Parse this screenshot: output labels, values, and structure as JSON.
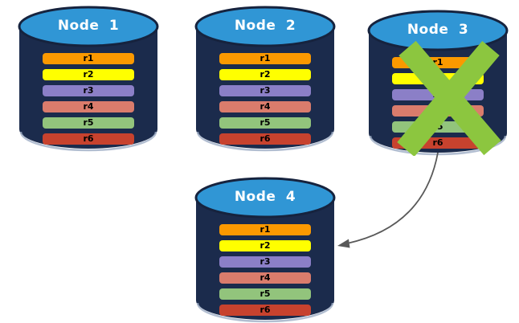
{
  "diagram": {
    "description": "Database replication failover diagram: four database nodes each holding replicas r1-r6; Node 3 is crossed out (failed) and an arrow points from Node 3 to the new Node 4.",
    "colors": {
      "background": "#FFFFFF",
      "cylinder_body": "#1B2B4C",
      "cylinder_top": "#3096D5",
      "cylinder_outline": "#16233E",
      "cylinder_bottom_highlight": "#9FAEC6",
      "failure_x": "#8CC63F",
      "arrow": "#595959",
      "node_title_text": "#FFFFFF",
      "bar_label_text": "#000000"
    }
  },
  "nodes": [
    {
      "id": "node-1",
      "label": "Node 1",
      "failed": false,
      "bars": [
        {
          "label": "r1",
          "color": "#FB9900"
        },
        {
          "label": "r2",
          "color": "#FFFF00"
        },
        {
          "label": "r3",
          "color": "#8B7FC7"
        },
        {
          "label": "r4",
          "color": "#DA7C6C"
        },
        {
          "label": "r5",
          "color": "#92C47C"
        },
        {
          "label": "r6",
          "color": "#C7422E"
        }
      ]
    },
    {
      "id": "node-2",
      "label": "Node 2",
      "failed": false,
      "bars": [
        {
          "label": "r1",
          "color": "#FB9900"
        },
        {
          "label": "r2",
          "color": "#FFFF00"
        },
        {
          "label": "r3",
          "color": "#8B7FC7"
        },
        {
          "label": "r4",
          "color": "#DA7C6C"
        },
        {
          "label": "r5",
          "color": "#92C47C"
        },
        {
          "label": "r6",
          "color": "#C7422E"
        }
      ]
    },
    {
      "id": "node-3",
      "label": "Node 3",
      "failed": true,
      "bars": [
        {
          "label": "r1",
          "color": "#FB9900"
        },
        {
          "label": "r2",
          "color": "#FFFF00"
        },
        {
          "label": "r3",
          "color": "#8B7FC7"
        },
        {
          "label": "r4",
          "color": "#DA7C6C"
        },
        {
          "label": "r5",
          "color": "#92C47C"
        },
        {
          "label": "r6",
          "color": "#C7422E"
        }
      ]
    },
    {
      "id": "node-4",
      "label": "Node 4",
      "failed": false,
      "bars": [
        {
          "label": "r1",
          "color": "#FB9900"
        },
        {
          "label": "r2",
          "color": "#FFFF00"
        },
        {
          "label": "r3",
          "color": "#8B7FC7"
        },
        {
          "label": "r4",
          "color": "#DA7C6C"
        },
        {
          "label": "r5",
          "color": "#92C47C"
        },
        {
          "label": "r6",
          "color": "#C7422E"
        }
      ]
    }
  ],
  "arrow": {
    "from": "node-3",
    "to": "node-4",
    "color": "#595959"
  },
  "failure_x": {
    "node": "node-3",
    "color": "#8CC63F"
  }
}
